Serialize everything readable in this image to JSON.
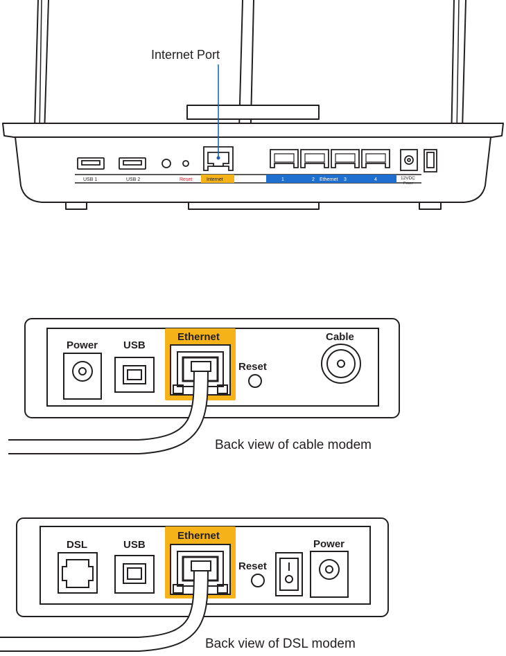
{
  "router": {
    "callout_label": "Internet Port",
    "labels": {
      "usb1": "USB 1",
      "usb2": "USB 2",
      "reset": "Reset",
      "internet": "Internet",
      "lan1": "1",
      "lan2": "2",
      "ethernet": "Ethernet",
      "lan3": "3",
      "lan4": "4",
      "power_volt": "12VDC",
      "power_word": "Power"
    }
  },
  "cable_modem": {
    "power": "Power",
    "usb": "USB",
    "ethernet": "Ethernet",
    "reset": "Reset",
    "cable": "Cable",
    "caption": "Back view of cable modem"
  },
  "dsl_modem": {
    "dsl": "DSL",
    "usb": "USB",
    "ethernet": "Ethernet",
    "reset": "Reset",
    "power": "Power",
    "caption": "Back view of DSL modem"
  },
  "colors": {
    "line": "#231f20",
    "highlight_yellow": "#f6b319",
    "router_blue": "#1f6fd1",
    "reset_red": "#d2232a",
    "callout_blue": "#1a5aa8"
  }
}
